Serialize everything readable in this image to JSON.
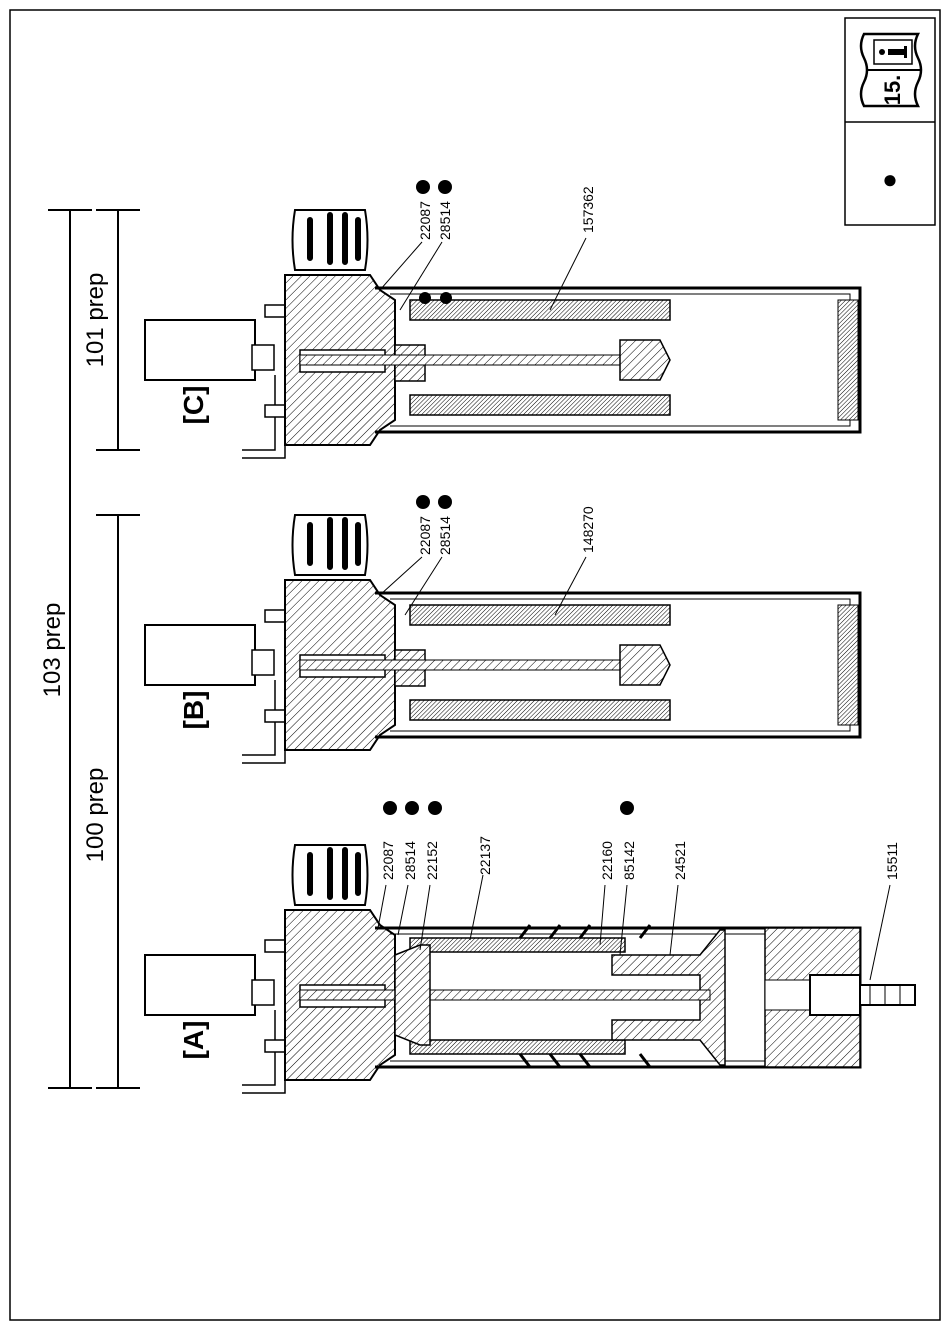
{
  "info_box": {
    "badge_number": "15.",
    "icon": "manual-info-icon",
    "bullet": "●"
  },
  "dimensions": {
    "prep_103": "103 prep",
    "prep_100": "100 prep",
    "prep_101": "101 prep"
  },
  "views": {
    "a": {
      "label": "[A]",
      "parts": [
        "22087",
        "28514",
        "22152",
        "22137",
        "22160",
        "85142",
        "24521",
        "15511"
      ]
    },
    "b": {
      "label": "[B]",
      "parts": [
        "22087",
        "28514",
        "148270"
      ]
    },
    "c": {
      "label": "[C]",
      "parts": [
        "22087",
        "28514",
        "157362"
      ]
    }
  }
}
